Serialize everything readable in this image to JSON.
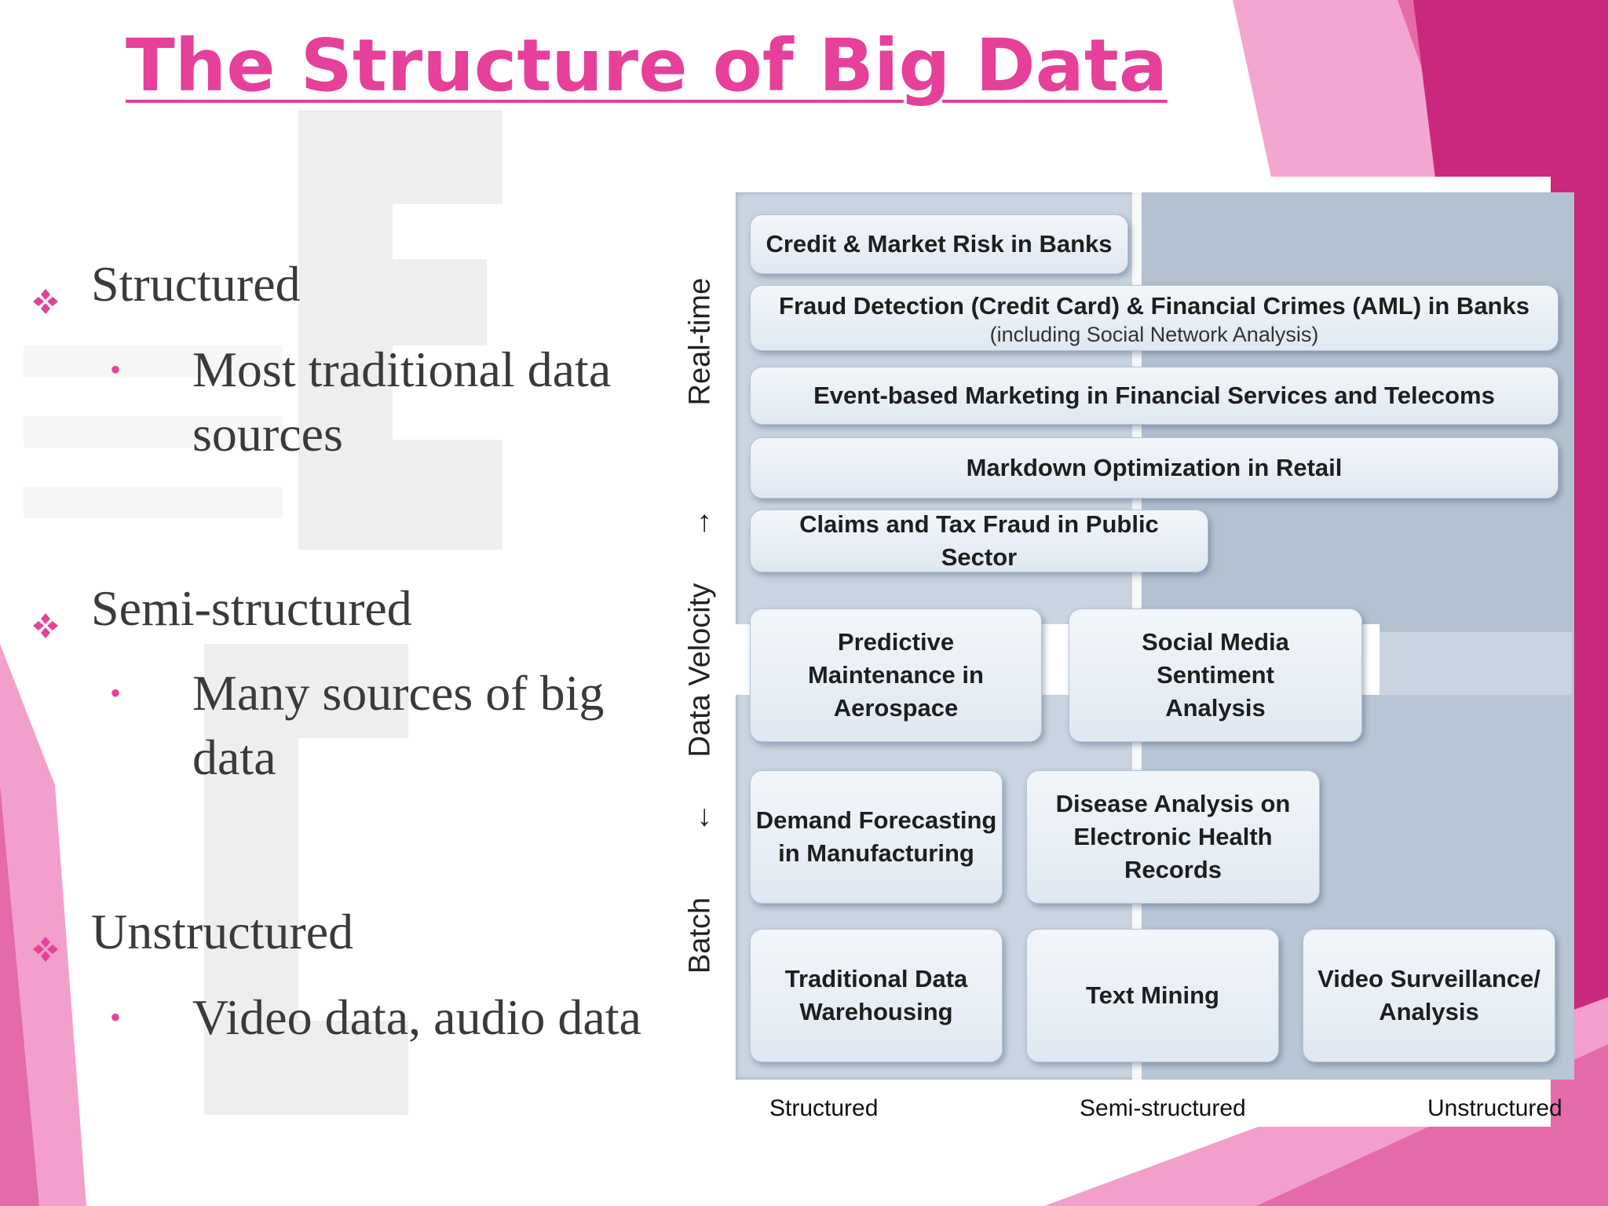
{
  "slide": {
    "title": "The Structure of Big Data",
    "accent_color": "#e6409a",
    "bullets": [
      {
        "heading": "Structured",
        "detail": "Most traditional data sources"
      },
      {
        "heading": "Semi-structured",
        "detail": "Many sources of big data"
      },
      {
        "heading": "Unstructured",
        "detail": "Video data, audio data"
      }
    ]
  },
  "diagram": {
    "y_axis": {
      "top_label": "Real-time",
      "middle_label": "Data Velocity",
      "bottom_label": "Batch",
      "arrow_up": "→",
      "arrow_down": "←"
    },
    "x_axis": {
      "left": "Structured",
      "middle": "Semi-structured",
      "right": "Unstructured"
    },
    "tiles": {
      "credit_risk": "Credit & Market Risk in Banks",
      "fraud_detection": "Fraud Detection (Credit Card) & Financial Crimes (AML) in Banks",
      "fraud_detection_sub": "(including Social Network Analysis)",
      "event_marketing": "Event-based Marketing in Financial Services and Telecoms",
      "markdown": "Markdown Optimization in Retail",
      "claims_fraud": "Claims and Tax Fraud in Public Sector",
      "predictive_maintenance": "Predictive Maintenance in Aerospace",
      "social_media": "Social Media Sentiment Analysis",
      "demand_forecasting": "Demand Forecasting in Manufacturing",
      "disease_analysis": "Disease Analysis on Electronic Health Records",
      "traditional_dw": "Traditional Data Warehousing",
      "text_mining": "Text Mining",
      "video_surveillance": "Video Surveillance/ Analysis"
    }
  }
}
